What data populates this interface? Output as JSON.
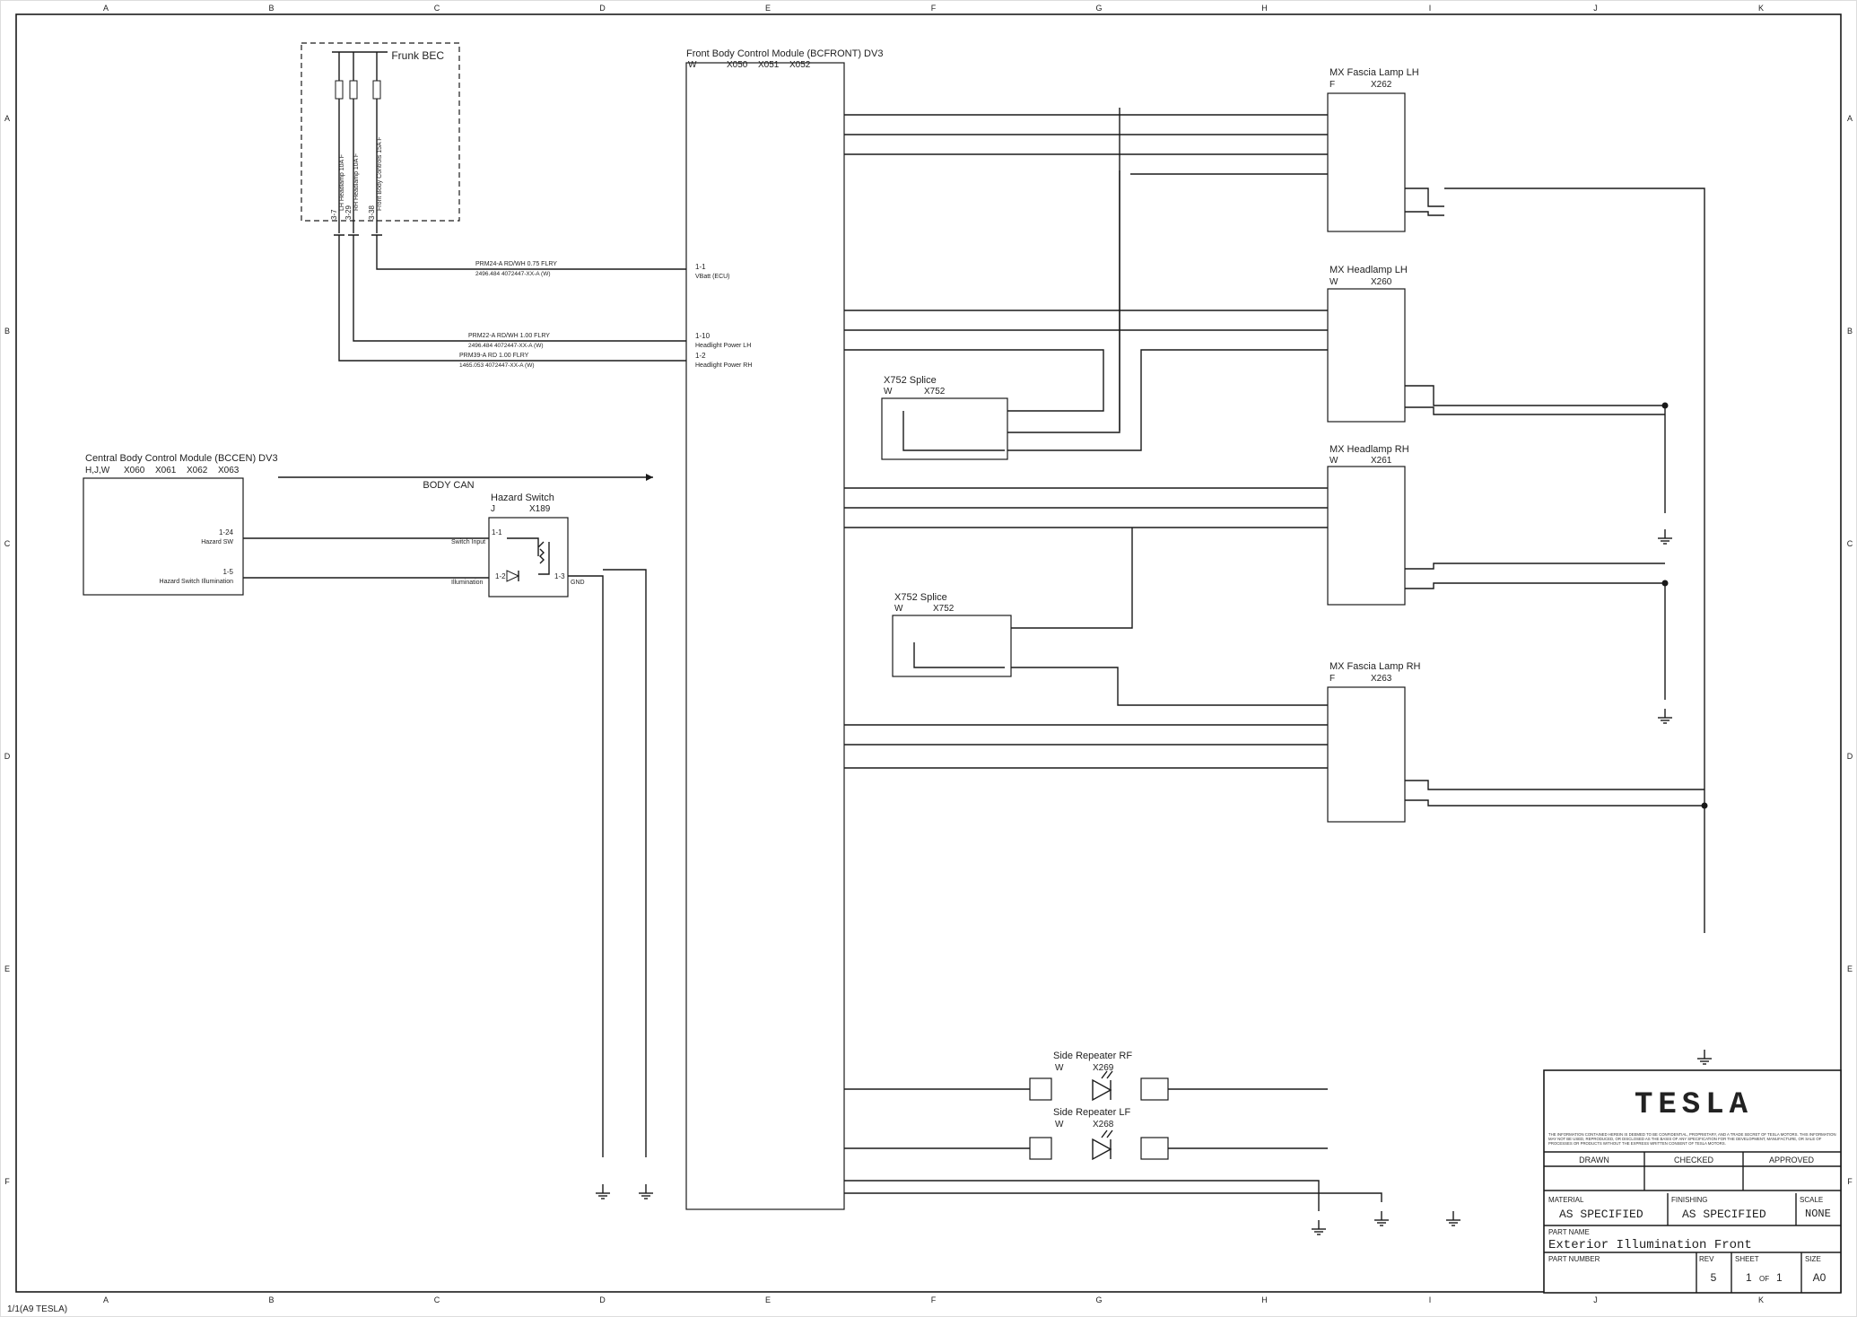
{
  "grid": {
    "cols": [
      "A",
      "B",
      "C",
      "D",
      "E",
      "F",
      "G",
      "H",
      "I",
      "J",
      "K"
    ],
    "rows": [
      "A",
      "B",
      "C",
      "D",
      "E",
      "F"
    ]
  },
  "footer_page": "1/1(A9 TESLA)",
  "components": {
    "frunk": {
      "title": "Frunk BEC",
      "fuses": [
        "LH Headlamp 10A F",
        "RH Headlamp 10A F",
        "Front Body Controls 15A F"
      ],
      "pins": [
        "3-7",
        "3-29",
        "3-38"
      ]
    },
    "bcfront": {
      "title": "Front Body Control Module (BCFRONT) DV3",
      "w": "W",
      "connectors": [
        "X050",
        "X051",
        "X052"
      ]
    },
    "bccen": {
      "title": "Central Body Control Module (BCCEN) DV3",
      "w": "H,J,W",
      "connectors": [
        "X060",
        "X061",
        "X062",
        "X063"
      ],
      "pins": [
        {
          "pin": "1-24",
          "label": "Hazard SW"
        },
        {
          "pin": "1-5",
          "label": "Hazard Switch Illumination"
        }
      ]
    },
    "body_can": "BODY CAN",
    "hazard": {
      "title": "Hazard Switch",
      "w": "J",
      "conn": "X189",
      "pins": [
        "1-1",
        "1-2",
        "1-3"
      ],
      "labels": [
        "Switch Input",
        "Illumination",
        "GND"
      ]
    },
    "fascia_lh": {
      "title": "MX Fascia Lamp LH",
      "w": "F",
      "conn": "X262"
    },
    "head_lh": {
      "title": "MX Headlamp LH",
      "w": "W",
      "conn": "X260"
    },
    "head_rh": {
      "title": "MX Headlamp RH",
      "w": "W",
      "conn": "X261"
    },
    "fascia_rh": {
      "title": "MX Fascia Lamp RH",
      "w": "F",
      "conn": "X263"
    },
    "splice1": {
      "title": "X752 Splice",
      "w": "W",
      "conn": "X752"
    },
    "splice2": {
      "title": "X752 Splice",
      "w": "W",
      "conn": "X752"
    },
    "rep_rf": {
      "title": "Side Repeater RF",
      "w": "W",
      "conn": "X269"
    },
    "rep_lf": {
      "title": "Side Repeater LF",
      "w": "W",
      "conn": "X268"
    }
  },
  "bc_pins": [
    {
      "pin": "1-1",
      "label": "VBatt (ECU)"
    },
    {
      "pin": "1-10",
      "label": "Headlight Power LH"
    },
    {
      "pin": "1-2",
      "label": "Headlight Power RH"
    }
  ],
  "wires": {
    "prm24": {
      "id": "PRM24-A",
      "color": "RD/WH",
      "gauge": "0.75",
      "type": "FLRY",
      "len": "2496.484",
      "pn": "4072447-XX-A (W)"
    },
    "prm22": {
      "id": "PRM22-A",
      "color": "RD/WH",
      "gauge": "1.00",
      "type": "FLRY",
      "len": "2496.484",
      "pn": "4072447-XX-A (W)"
    },
    "prm39": {
      "id": "PRM39-A",
      "color": "RD",
      "gauge": "1.00",
      "type": "FLRY",
      "len": "1465.053",
      "pn": "4072447-XX-A (W)"
    }
  },
  "title_block": {
    "logo": "TESLA",
    "notice": "THE INFORMATION CONTAINED HEREIN IS DEEMED TO BE CONFIDENTIAL, PROPRIETARY, AND A TRADE SECRET OF TESLA MOTORS. THIS INFORMATION MAY NOT BE USED, REPRODUCED, OR DISCLOSED AS THE BASIS OF ANY SPECIFICATION FOR THE DEVELOPMENT, MANUFACTURE, OR SALE OF PROCESSES OR PRODUCTS WITHOUT THE EXPRESS WRITTEN CONSENT OF TESLA MOTORS.",
    "drawn": "DRAWN",
    "checked": "CHECKED",
    "approved": "APPROVED",
    "material_label": "MATERIAL",
    "material": "AS SPECIFIED",
    "finishing_label": "FINISHING",
    "finishing": "AS SPECIFIED",
    "scale_label": "SCALE",
    "scale": "NONE",
    "part_name_label": "PART NAME",
    "part_name": "Exterior Illumination Front",
    "part_number_label": "PART NUMBER",
    "rev_label": "REV",
    "rev": "5",
    "sheet_label": "SHEET",
    "sheet": "1",
    "sheet_of": "OF",
    "sheet_total": "1",
    "size_label": "SIZE",
    "size": "A0"
  }
}
